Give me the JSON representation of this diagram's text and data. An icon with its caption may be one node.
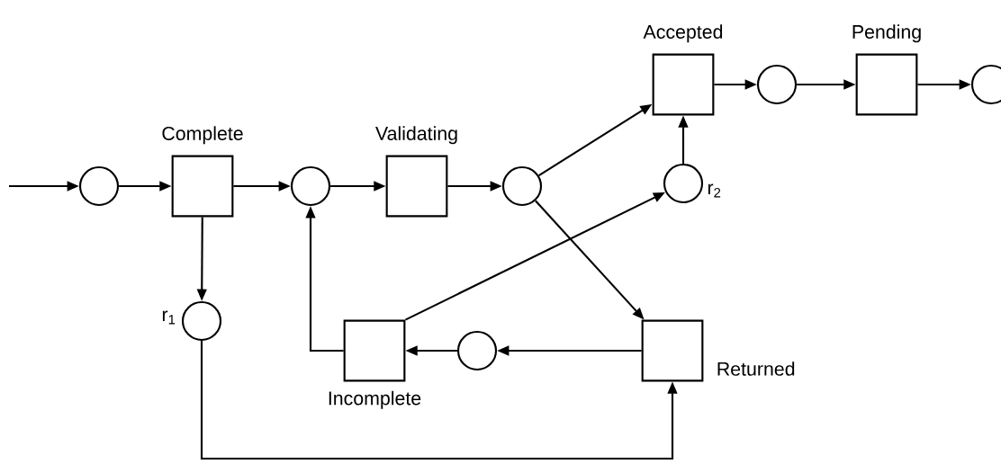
{
  "diagram": {
    "nodes": [
      {
        "text": [],
        "shape": "circle"
      },
      {
        "text": [
          "Complete"
        ]
      },
      {
        "text": [],
        "shape": "circle"
      },
      {
        "text": [
          "Validating"
        ]
      },
      {
        "text": [],
        "shape": "circle"
      },
      {
        "text": [
          "Accepted"
        ]
      },
      {
        "text": [],
        "shape": "circle"
      },
      {
        "text": [
          "Pending"
        ]
      },
      {
        "text": [],
        "shape": "circle"
      },
      {
        "text": [],
        "shape": "circle",
        "beside": [
          "r$_{2}$"
        ]
      },
      {
        "text": [],
        "shape": "circle",
        "beside": [
          "r$_{1}$"
        ]
      },
      {
        "text": [
          "Incomplete"
        ]
      },
      {
        "text": [],
        "shape": "circle"
      },
      {
        "text": [
          "Returned"
        ]
      }
    ],
    "edges": [
      {
        "from": null,
        "to": 0,
        "arrow": "to"
      },
      {
        "from": 0,
        "to": 1,
        "arrow": "to"
      },
      {
        "from": 1,
        "to": 2,
        "arrow": "to"
      },
      {
        "from": 2,
        "to": 3,
        "arrow": "to"
      },
      {
        "from": 3,
        "to": 4,
        "arrow": "to"
      },
      {
        "from": 4,
        "to": 5,
        "arrow": "to"
      },
      {
        "from": 5,
        "to": 6,
        "arrow": "to"
      },
      {
        "from": 6,
        "to": 7,
        "arrow": "to"
      },
      {
        "from": 7,
        "to": 8,
        "arrow": "to"
      },
      {
        "from": 9,
        "to": 5,
        "arrow": "to"
      },
      {
        "from": 4,
        "to": 13,
        "arrow": "to"
      },
      {
        "from": 1,
        "to": 10,
        "arrow": "to"
      },
      {
        "from": 13,
        "to": 12,
        "arrow": "to"
      },
      {
        "from": 12,
        "to": 11,
        "arrow": "to"
      },
      {
        "from": 11,
        "to": 2,
        "arrow": "to"
      },
      {
        "from": 11,
        "to": 9,
        "arrow": "to"
      },
      {
        "from": 10,
        "to": 13,
        "arrow": "to"
      }
    ]
  }
}
